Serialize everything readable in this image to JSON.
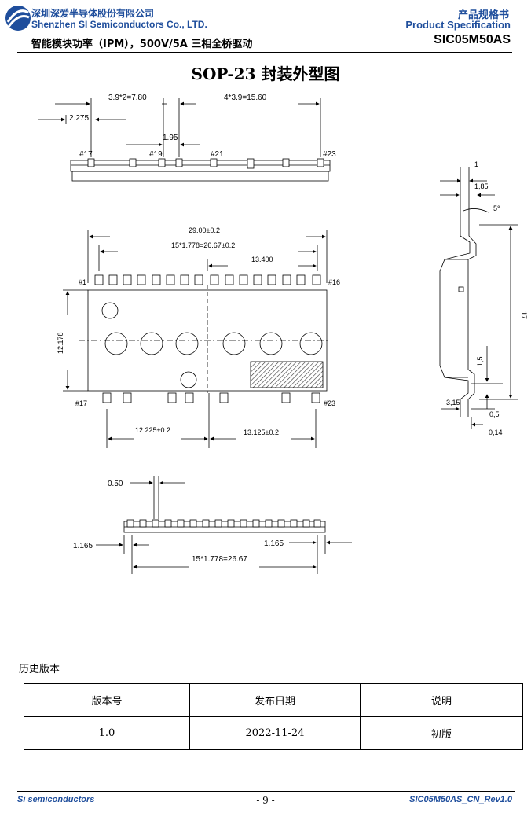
{
  "header": {
    "company_cn": "深圳深爱半导体股份有限公司",
    "company_en": "Shenzhen SI Semiconductors Co., LTD.",
    "doc_type_cn": "产品规格书",
    "doc_type_en": "Product Specification",
    "product_desc": "智能模块功率（IPM），500V/5A 三相全桥驱动",
    "model": "SIC05M50AS",
    "logo": "si-logo"
  },
  "title": "SOP-23 封装外型图",
  "drawing": {
    "top_view": {
      "dims": [
        "3.9*2=7.80",
        "4*3.9=15.60",
        "2.275",
        "1.95"
      ],
      "pins": [
        "#17",
        "#19",
        "#21",
        "#23"
      ]
    },
    "side_view": {
      "dims": [
        "1",
        "1,85",
        "5°",
        "17",
        "1,5",
        "3,15",
        "0,5",
        "0,14"
      ]
    },
    "front_view": {
      "dims": [
        "29.00±0.2",
        "15*1.778=26.67±0.2",
        "13.400",
        "12.178",
        "12.225±0.2",
        "13.125±0.2"
      ],
      "pins": [
        "#1",
        "#16",
        "#17",
        "#23"
      ]
    },
    "bottom_view": {
      "dims": [
        "0.50",
        "1.165",
        "1.165",
        "15*1.778=26.67"
      ]
    }
  },
  "history": {
    "heading": "历史版本",
    "columns": [
      "版本号",
      "发布日期",
      "说明"
    ],
    "rows": [
      [
        "1.0",
        "2022-11-24",
        "初版"
      ]
    ]
  },
  "footer": {
    "left": "Si semiconductors",
    "center": "- 9 -",
    "right": "SIC05M50AS_CN_Rev1.0"
  },
  "colors": {
    "brand": "#1f4e9c",
    "line": "#000000",
    "hatch": "#333333"
  }
}
